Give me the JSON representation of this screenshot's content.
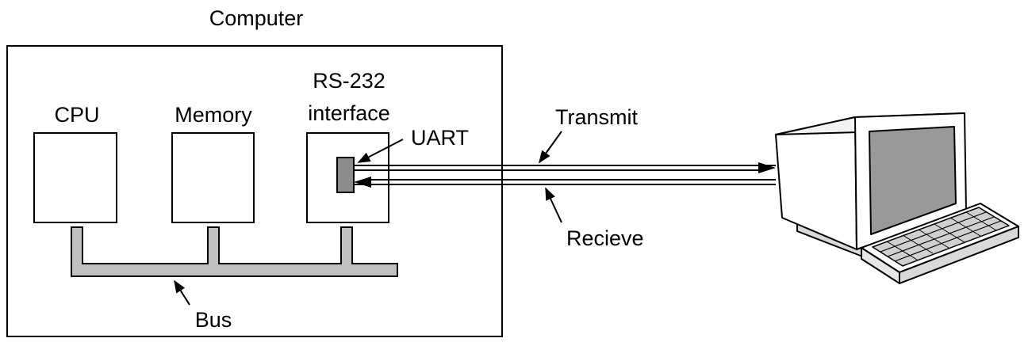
{
  "colors": {
    "ink": "#000000",
    "bus_fill": "#c0c0c0",
    "uart_fill": "#8c8c8c",
    "screen_fill": "#999999",
    "terminal_shade": "#d9d9d9",
    "background": "#ffffff"
  },
  "computer": {
    "title": "Computer",
    "cpu_label": "CPU",
    "memory_label": "Memory",
    "rs232_label_line1": "RS-232",
    "rs232_label_line2": "interface",
    "uart_label": "UART",
    "bus_label": "Bus"
  },
  "links": {
    "transmit_label": "Transmit",
    "receive_label": "Recieve"
  },
  "terminal": {
    "icon": "terminal-icon"
  }
}
